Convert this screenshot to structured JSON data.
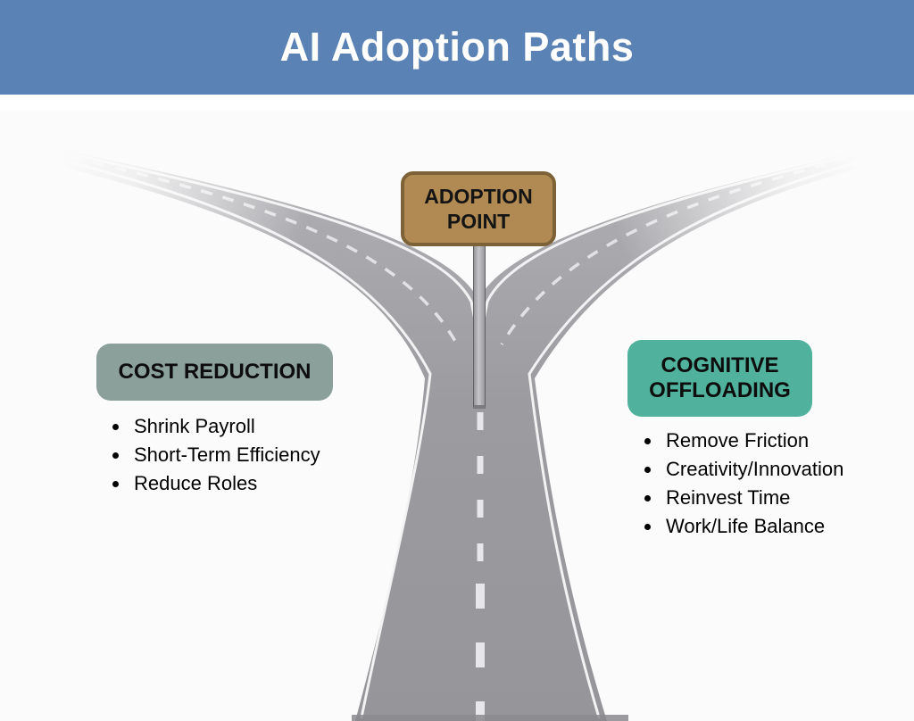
{
  "header": {
    "title": "AI Adoption Paths"
  },
  "sign": {
    "label": "ADOPTION POINT"
  },
  "left_path": {
    "label": "COST REDUCTION",
    "items": [
      "Shrink Payroll",
      "Short-Term Efficiency",
      "Reduce Roles"
    ]
  },
  "right_path": {
    "label": "COGNITIVE OFFLOADING",
    "items": [
      "Remove Friction",
      "Creativity/Innovation",
      "Reinvest Time",
      "Work/Life Balance"
    ]
  },
  "colors": {
    "header_bg": "#5a82b4",
    "title_text": "#ffffff",
    "canvas_bg": "#fbfbfb",
    "asphalt_light": "#b1b1b5",
    "asphalt_mid": "#9c9ca0",
    "asphalt_dark": "#96969a",
    "road_marking": "#f5f5f6",
    "road_dash": "#e7e7e9",
    "sign_fill": "#b08a52",
    "sign_border": "#7d6137",
    "post_fill": "#b5b5b9",
    "post_border": "#626266",
    "cost_label_bg": "#8ba09b",
    "cognitive_label_bg": "#50b29c",
    "text_dark": "#111111"
  }
}
